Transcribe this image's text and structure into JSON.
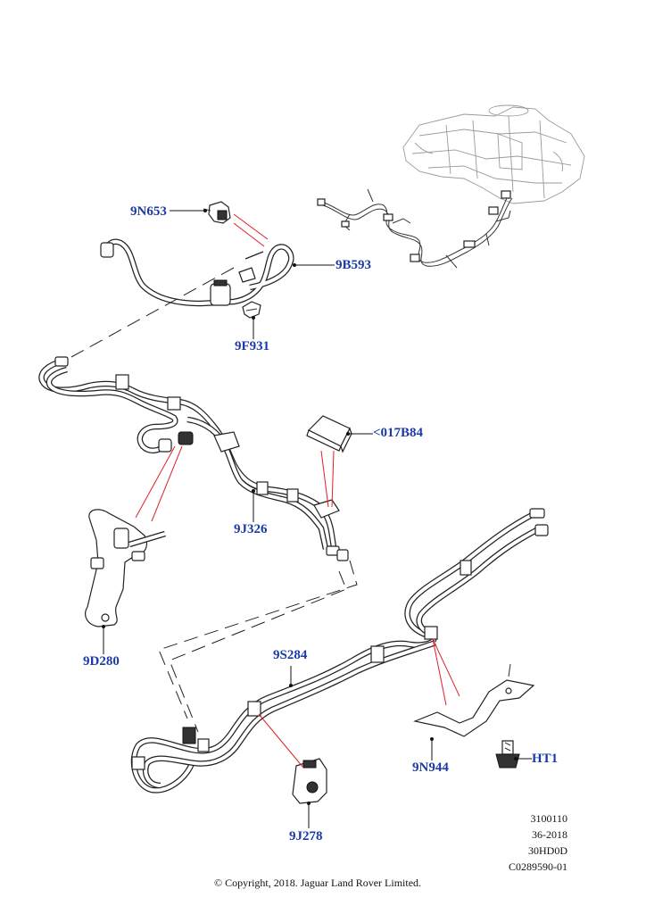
{
  "callouts": [
    {
      "id": "9N653",
      "label": "9N653"
    },
    {
      "id": "9B593",
      "label": "9B593"
    },
    {
      "id": "9F931",
      "label": "9F931"
    },
    {
      "id": "017B84",
      "label": "<017B84"
    },
    {
      "id": "9J326",
      "label": "9J326"
    },
    {
      "id": "9D280",
      "label": "9D280"
    },
    {
      "id": "9S284",
      "label": "9S284"
    },
    {
      "id": "9N944",
      "label": "9N944"
    },
    {
      "id": "HT1",
      "label": "HT1"
    },
    {
      "id": "9J278",
      "label": "9J278"
    }
  ],
  "reference": {
    "line1": "3100110",
    "line2": "36-2018",
    "line3": "30HD0D",
    "line4": "C0289590-01"
  },
  "copyright": "© Copyright, 2018. Jaguar Land Rover Limited.",
  "colors": {
    "callout": "#1a3aa8",
    "leader_red": "#e0202a",
    "line": "#222222",
    "ghost": "#9a9a9a"
  }
}
